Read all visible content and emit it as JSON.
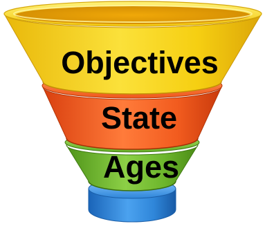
{
  "funnel": {
    "stages": [
      {
        "label": "Objectives",
        "color": "#f7d40c"
      },
      {
        "label": "State",
        "color": "#f25c1f"
      },
      {
        "label": "Ages",
        "color": "#6cb52b"
      },
      {
        "label": "",
        "color": "#2f86d9"
      }
    ]
  }
}
